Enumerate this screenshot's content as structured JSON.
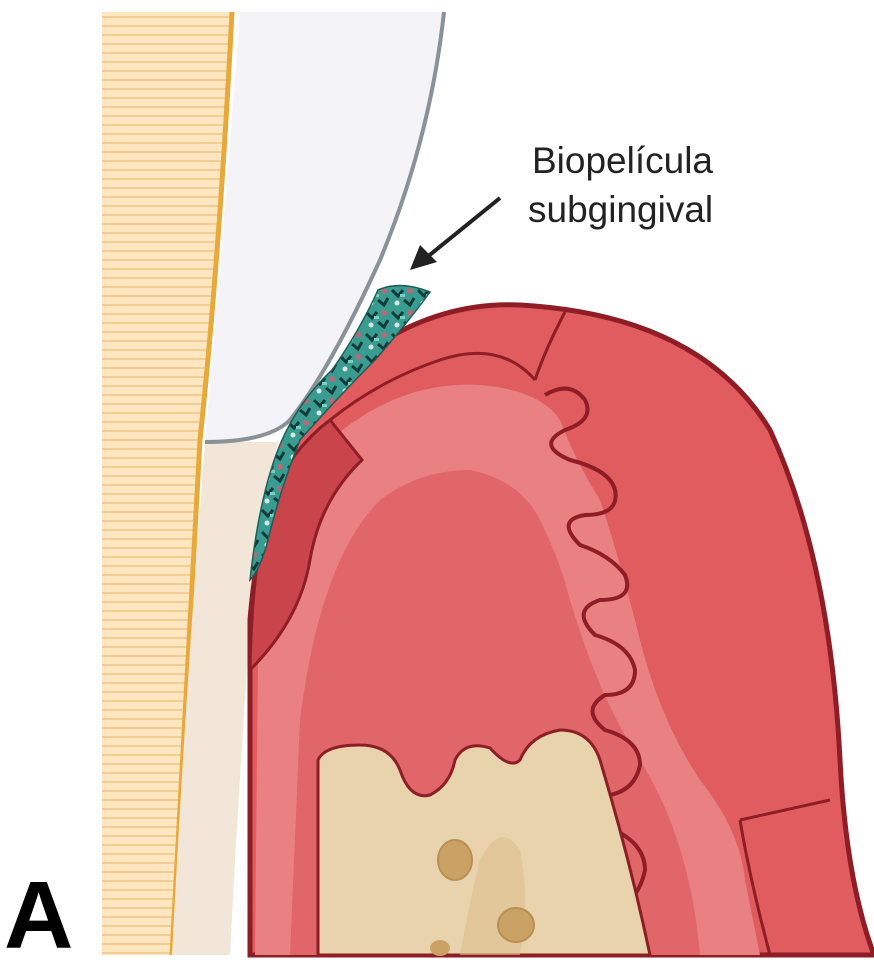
{
  "annotation": {
    "line1": "Biopelícula",
    "line2": "subgingival"
  },
  "panel_label": "A",
  "colors": {
    "enamel": "#f4f3f8",
    "root_stripes": "#fbd9a8",
    "tooth_outline": "#8a9299",
    "gingiva_outer": "#e05c5f",
    "gingiva_inner": "#e98182",
    "gingiva_dark": "#c9444b",
    "gingiva_outline": "#8e1d25",
    "bone": "#e8d3ac",
    "biofilm": "#2f8f86"
  }
}
